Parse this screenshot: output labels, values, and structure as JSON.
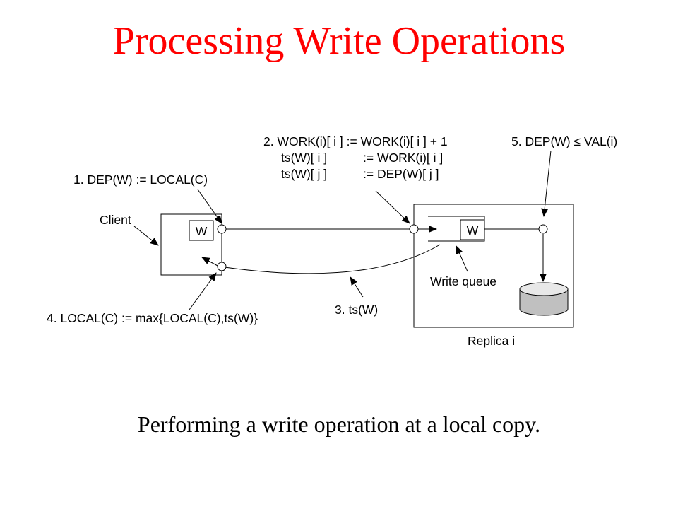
{
  "title": "Processing Write Operations",
  "caption": "Performing a write operation at a local copy.",
  "diagram": {
    "client_label": "Client",
    "replica_label": "Replica i",
    "write_queue_label": "Write queue",
    "client_op_label": "W",
    "replica_op_label": "W",
    "step1": "1. DEP(W) := LOCAL(C)",
    "step2_line1": "2. WORK(i)[ i ] := WORK(i)[ i ] + 1",
    "step2_line2a": "ts(W)[ i ]",
    "step2_line2b": ":= WORK(i)[ i ]",
    "step2_line3a": "ts(W)[ j ]",
    "step2_line3b": ":= DEP(W)[ j ]",
    "step3": "3. ts(W)",
    "step4": "4. LOCAL(C) := max{LOCAL(C),ts(W)}",
    "step5": "5. DEP(W) ≤ VAL(i)"
  }
}
